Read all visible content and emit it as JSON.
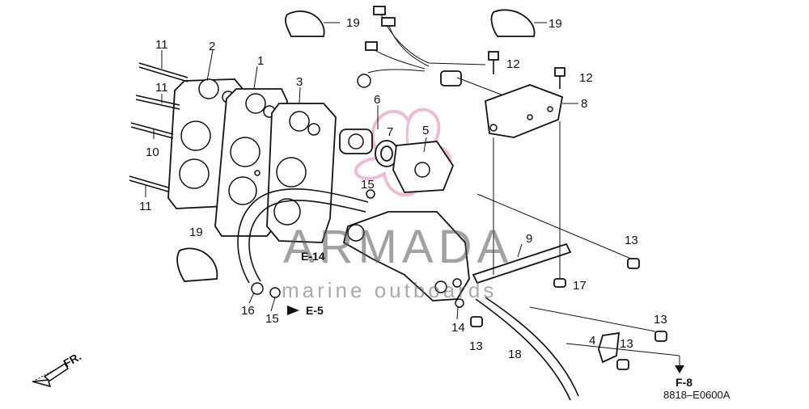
{
  "diagram": {
    "callouts": [
      {
        "id": "c1",
        "text": "1"
      },
      {
        "id": "c2",
        "text": "2"
      },
      {
        "id": "c3",
        "text": "3"
      },
      {
        "id": "c4",
        "text": "4"
      },
      {
        "id": "c5",
        "text": "5"
      },
      {
        "id": "c6",
        "text": "6"
      },
      {
        "id": "c7",
        "text": "7"
      },
      {
        "id": "c8",
        "text": "8"
      },
      {
        "id": "c9",
        "text": "9"
      },
      {
        "id": "c10",
        "text": "10"
      },
      {
        "id": "c11a",
        "text": "11"
      },
      {
        "id": "c11b",
        "text": "11"
      },
      {
        "id": "c11c",
        "text": "11"
      },
      {
        "id": "c12a",
        "text": "12"
      },
      {
        "id": "c12b",
        "text": "12"
      },
      {
        "id": "c13a",
        "text": "13"
      },
      {
        "id": "c13b",
        "text": "13"
      },
      {
        "id": "c13c",
        "text": "13"
      },
      {
        "id": "c13d",
        "text": "13"
      },
      {
        "id": "c14",
        "text": "14"
      },
      {
        "id": "c15a",
        "text": "15"
      },
      {
        "id": "c15b",
        "text": "15"
      },
      {
        "id": "c16",
        "text": "16"
      },
      {
        "id": "c17",
        "text": "17"
      },
      {
        "id": "c18",
        "text": "18"
      },
      {
        "id": "c19a",
        "text": "19"
      },
      {
        "id": "c19b",
        "text": "19"
      },
      {
        "id": "c19c",
        "text": "19"
      }
    ],
    "references": {
      "e14": "E-14",
      "e5": "E-5",
      "f8": "F-8",
      "front": "FR."
    },
    "diagram_code": "8818–E0600A"
  },
  "watermark": {
    "brand": "ARMADA",
    "tagline": "marine outboards",
    "logo_color": "#e8a6c4"
  }
}
